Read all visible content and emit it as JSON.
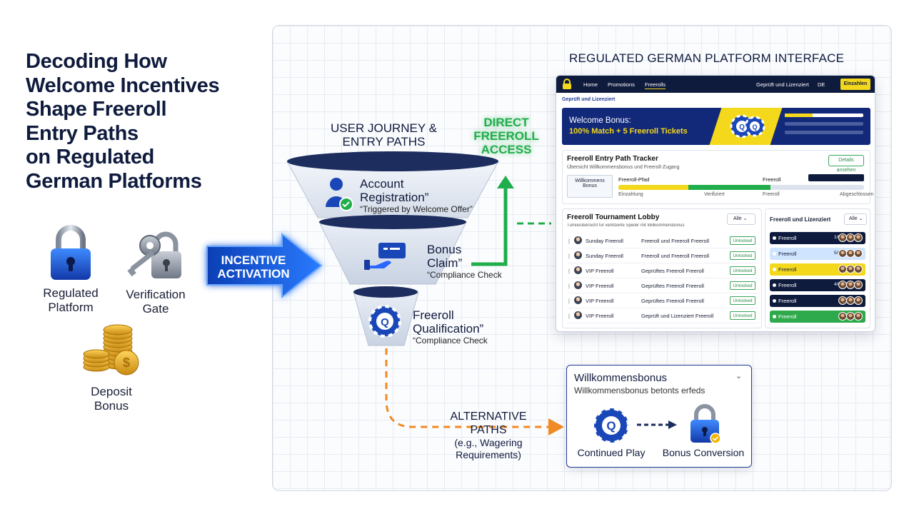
{
  "title": "Decoding How\nWelcome Incentives\nShape Freeroll\nEntry Paths\non Regulated\nGerman Platforms",
  "left_icons": {
    "regulated_platform": "Regulated\nPlatform",
    "verification_gate": "Verification\nGate",
    "deposit_bonus": "Deposit\nBonus"
  },
  "incentive_activation": "INCENTIVE\nACTIVATION",
  "journey_title": "USER JOURNEY &\nENTRY PATHS",
  "direct_access": "DIRECT\nFREEROLL\nACCESS",
  "funnel": {
    "account_registration": "Account\nRegistration”",
    "account_registration_sub": "“Triggered by Welcome Offer”",
    "bonus_claim": "Bonus\nClaim”",
    "bonus_claim_sub": "“Compliance Check",
    "freeroll_qualification": "Freeroll\nQualification”",
    "freeroll_qualification_sub": "“Compliance Check"
  },
  "alternative_paths": "ALTERNATIVE\nPATHS",
  "alternative_paths_sub": "(e.g., Wagering\nRequirements)",
  "platform": {
    "header": "REGULATED GERMAN PLATFORM INTERFACE",
    "nav": [
      "Home",
      "Promotions",
      "Freerolls"
    ],
    "nav_right": "Geprüft und Lizenziert",
    "nav_right_2": "DE",
    "nav_button": "Einzahlen",
    "subheader": "Geprüft und Lizenziert",
    "banner_title": "Welcome Bonus:",
    "banner_subtitle": "100% Match + 5 Freeroll Tickets",
    "tracker_title": "Freeroll Entry Path Tracker",
    "tracker_sub": "Übersicht Willkommensbonus und Freeroll-Zugang",
    "tracker_button": "Details ansehen",
    "tracker_steps": [
      "Willkommens Bonus",
      "Freeroll-Pfad",
      "Freeroll"
    ],
    "tracker_labels": [
      "Einzahlung",
      "Verifiziert",
      "Freeroll",
      "Abgeschlossen"
    ],
    "tracker_progress": 0.62,
    "lobby_title": "Freeroll Tournament Lobby",
    "lobby_sub": "Turnierübersicht für verifizierte Spieler mit Willkommensbonus",
    "lobby_filter": "Alle",
    "lobby_rows": [
      {
        "name": "Sunday Freeroll",
        "desc": "Freeroll und Freeroll Freeroll",
        "status": "Unlocked"
      },
      {
        "name": "Sunday Freeroll",
        "desc": "Freeroll und Freeroll Freeroll",
        "status": "Unlocked"
      },
      {
        "name": "VIP Freeroll",
        "desc": "Geprüftes Freeroll Freeroll",
        "status": "Unlocked"
      },
      {
        "name": "VIP Freeroll",
        "desc": "Geprüftes Freeroll Freeroll",
        "status": "Unlocked"
      },
      {
        "name": "VIP Freeroll",
        "desc": "Geprüftes Freeroll Freeroll",
        "status": "Unlocked"
      },
      {
        "name": "VIP Freeroll",
        "desc": "Geprüft und Lizenziert Freeroll",
        "status": "Unlocked"
      }
    ],
    "side_title": "Freeroll und Lizenziert",
    "side_filter": "Alle",
    "side_rows": [
      {
        "label": "Freeroll",
        "count": "1/6",
        "color": "#0f1b3d",
        "text": "#ffffff"
      },
      {
        "label": "Freeroll",
        "count": "5/6",
        "color": "#cfe4ff",
        "text": "#0f1b3d"
      },
      {
        "label": "Freeroll",
        "count": "",
        "color": "#f4d81c",
        "text": "#0f1b3d"
      },
      {
        "label": "Freeroll",
        "count": "4/6",
        "color": "#0f1b3d",
        "text": "#ffffff"
      },
      {
        "label": "Freeroll",
        "count": "",
        "color": "#0f1b3d",
        "text": "#ffffff"
      },
      {
        "label": "Freeroll",
        "count": "",
        "color": "#2eaa4c",
        "text": "#ffffff"
      }
    ]
  },
  "willkommensbonus": {
    "title": "Willkommensbonus",
    "subtitle": "Willkommensbonus betonts erfeds",
    "left_label": "Continued Play",
    "right_label": "Bonus Conversion"
  },
  "colors": {
    "navy": "#0f1b3d",
    "accent_blue": "#1a6dff",
    "green": "#1fae4b",
    "orange": "#f08a24",
    "yellow": "#f4d81c"
  }
}
